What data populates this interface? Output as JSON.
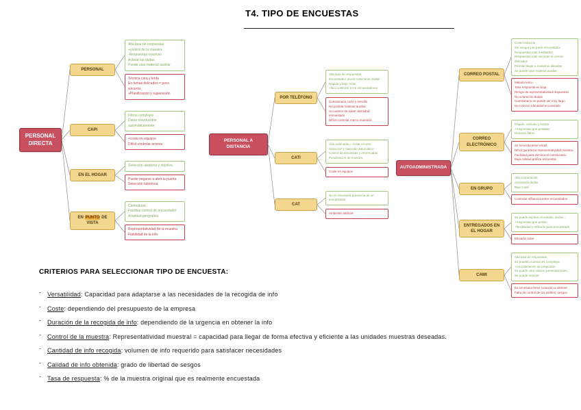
{
  "title": "T4. TIPO DE ENCUESTAS",
  "colors": {
    "main_node": "#c9505f",
    "type_node": "#f4d78f",
    "pros_green": "#8aab5e",
    "cons_red": "#c2404d"
  },
  "branches": [
    {
      "id": "personal-directa",
      "label": "PERSONAL DIRECTA",
      "children": [
        {
          "label": "PERSONAL",
          "pros": [
            "Alta tasa de respuestas",
            "+control de la muestra",
            "-Respuestas evasivas",
            "Aclarar las dudas",
            "Puede usar material auxiliar"
          ],
          "cons": [
            "Técnica cara y lenta",
            "En temas delicados = poco sinceros",
            "+Planificación y supervisión"
          ]
        },
        {
          "label": "CAPI",
          "pros": [
            "Filtros complejos",
            "Datos introducidos automáticamente"
          ],
          "cons": [
            "+coste en equipos",
            "Difícil controlar errores"
          ]
        },
        {
          "label": "EN EL HOGAR",
          "pros": [
            "Selección aleatoria y objetiva"
          ],
          "cons": [
            "Puede negarse a abrir la puerta",
            "Selección laboriosa"
          ]
        },
        {
          "label": "EN PUNTO DE VISTA",
          "highlight": "PUNTO",
          "pros": [
            "Comodidad",
            "Facilitan control de encuestador",
            "Amplitud geográfica"
          ],
          "cons": [
            "Representatividad de la muestra",
            "Fiabilidad de la info"
          ]
        }
      ]
    },
    {
      "id": "personal-a-distancia",
      "label": "PERSONAL A DISTANCIA",
      "children": [
        {
          "label": "POR TELÉFONO",
          "pros": [
            "Alta tasa de respuestas",
            "Encuestador puede solucionar dudas",
            "Rápida y bajo coste",
            "+fácil controlar a los encuestadores"
          ],
          "cons": [
            "Cuestionario corto y sencillo",
            "No posible material auxiliar",
            "no certeza de saber identidad encuestado",
            "Difícil controlar marco muestral"
          ]
        },
        {
          "label": "CATI",
          "pros": [
            "Usa ordenador = evitar errores",
            "Selección y marcado automático",
            "Control de encuestas y reformulado",
            "Ponderación de muestra"
          ],
          "cons": [
            "Coste en equipos"
          ]
        },
        {
          "label": "CAT",
          "pros": [
            "No es necesaria presencia de un encuestador"
          ],
          "cons": [
            "Ambiente artificial"
          ]
        }
      ]
    },
    {
      "id": "autoadministrada",
      "label": "AUTOADMINISTRADA",
      "children": [
        {
          "label": "CORREO POSTAL",
          "pros": [
            "Coste reducido",
            "Sin sesgos por parte encuestador",
            "Respuestas más meditadas",
            "Respuestas más sinceras en temas delicados",
            "Permite llegar a muestras alejadas",
            "Se puede usar material auxiliar"
          ],
          "cons": [
            "Método lento",
            "Tasa respuesta es baja",
            "Riesgo de representatividad respuestas",
            "No aclaración dudas",
            "Cuestionario no puede ser muy largo",
            "No conocer identidad encuestado"
          ]
        },
        {
          "label": "CORREO ELECTRÓNICO",
          "pros": [
            "Rápido, cómodo y barato",
            "+respuestas que postales",
            "Diversos filtros"
          ],
          "cons": [
            "Se necesita tener email",
            "Difícil garantizar representatividad muestra",
            "Facilidad para eliminar el cuestionario",
            "Baja calidad gráfica encuestas"
          ]
        },
        {
          "label": "EN GRUPO",
          "pros": [
            "Alta cooperación",
            "Aclaración dudas",
            "Bajo coste"
          ],
          "cons": [
            "Controlar influencia entre encuestados"
          ]
        },
        {
          "label": "ENTREGADOS EN EL HOGAR",
          "pros": [
            "Se puede explicar el estudio, dudas...",
            "+respuestas que postal",
            "+flexibilidad y reflexión para encuestado"
          ],
          "cons": [
            "Elevado coste"
          ]
        },
        {
          "label": "CAWI",
          "pros": [
            "Alta tasa de respuestas",
            "Se pueden cuestiones complejas",
            "+concatenación de preguntas",
            "Se puede usar vídeos, presentaciones...",
            "Se puede retomar"
          ],
          "cons": [
            "Es necesario tener conexión a internet",
            "Falta de control de los perfiles: sesgos"
          ]
        }
      ]
    }
  ],
  "criteria": {
    "heading": "CRITERIOS PARA SELECCIONAR TIPO DE ENCUESTA:",
    "items": [
      {
        "term": "Versatilidad",
        "text": ": Capacidad para adaptarse a las necesidades de la recogida de info"
      },
      {
        "term": "Coste",
        "text": ": dependiendo del presupuesto de la empresa"
      },
      {
        "term": "Duración de la recogida de info",
        "text": ": dependiendo de la urgencia en obtener la info"
      },
      {
        "term": "Control de la muestra",
        "text": ": Representatividad muestral = capacidad para llegar de forma efectiva y eficiente a las unidades muestras deseadas."
      },
      {
        "term": "Cantidad de info recogida",
        "text": ": volumen de info requerido para satisfacer necesidades"
      },
      {
        "term": "Calidad de info obtenida",
        "text": ": grado de libertad de sesgos"
      },
      {
        "term": "Tasa de respuesta",
        "text": ": % de la muestra original que es realmente encuestada"
      }
    ]
  }
}
